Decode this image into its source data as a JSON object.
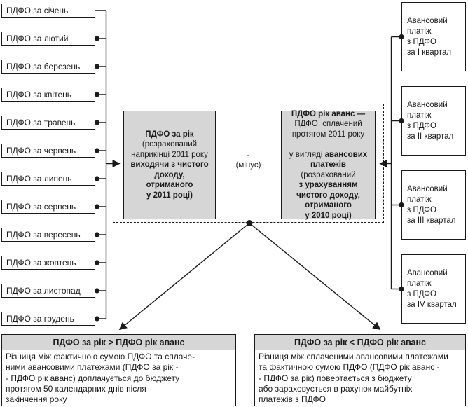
{
  "months": [
    "ПДФО за січень",
    "ПДФО за лютий",
    "ПДФО за березень",
    "ПДФО за квітень",
    "ПДФО за травень",
    "ПДФО за червень",
    "ПДФО за липень",
    "ПДФО за серпень",
    "ПДФО за вересень",
    "ПДФО за жовтень",
    "ПДФО за листопад",
    "ПДФО за грудень"
  ],
  "quarters": [
    "Авансовий\nплатіж\nз ПДФО\nза I квартал",
    "Авансовий\nплатіж\nз ПДФО\nза II квартал",
    "Авансовий\nплатіж\nз ПДФО\nза III квартал",
    "Авансовий\nплатіж\nз ПДФО\nза IV квартал"
  ],
  "annual_tax_box": {
    "title": "ПДФО за рік",
    "normal_part": "(розрахований\nнаприкінці 2011 року",
    "bold_part": "виходячи з чистого\nдоходу,\nотриманого\nу 2011 році)"
  },
  "minus": {
    "sign": "-",
    "label": "(мінус)"
  },
  "advance_tax_box": {
    "title": "ПДФО рік аванс —",
    "normal_part1": "ПДФО, сплачений\nпротягом 2011 року",
    "mixed_normal": "у вигляді ",
    "mixed_bold": "авансових",
    "bold_part1": "платежів",
    "normal_part2": "(розрахований",
    "bold_part2": "з урахуванням\nчистого доходу,\nотриманого\nу 2010 році)"
  },
  "outcome_greater": {
    "header": "ПДФО за рік > ПДФО рік аванс",
    "body": "Різниця між фактичною сумою ПДФО та сплаче-\nними авансовими платежами (ПДФО за рік -\n- ПДФО рік аванс) доплачується до бюджету\nпротягом 50 календарних днів після\nзакінчення року"
  },
  "outcome_less": {
    "header": "ПДФО за рік < ПДФО рік аванс",
    "body": "Різниця між сплаченими авансовими платежами\nта фактичною сумою ПДФО (ПДФО рік аванс -\n- ПДФО за рік) повертається з бюджету\nабо зараховується в рахунок майбутніх\nплатежів з ПДФО"
  },
  "colors": {
    "box_fill_gray": "#d6d6d6",
    "line_color": "#1a1a1a",
    "background": "#ffffff"
  }
}
